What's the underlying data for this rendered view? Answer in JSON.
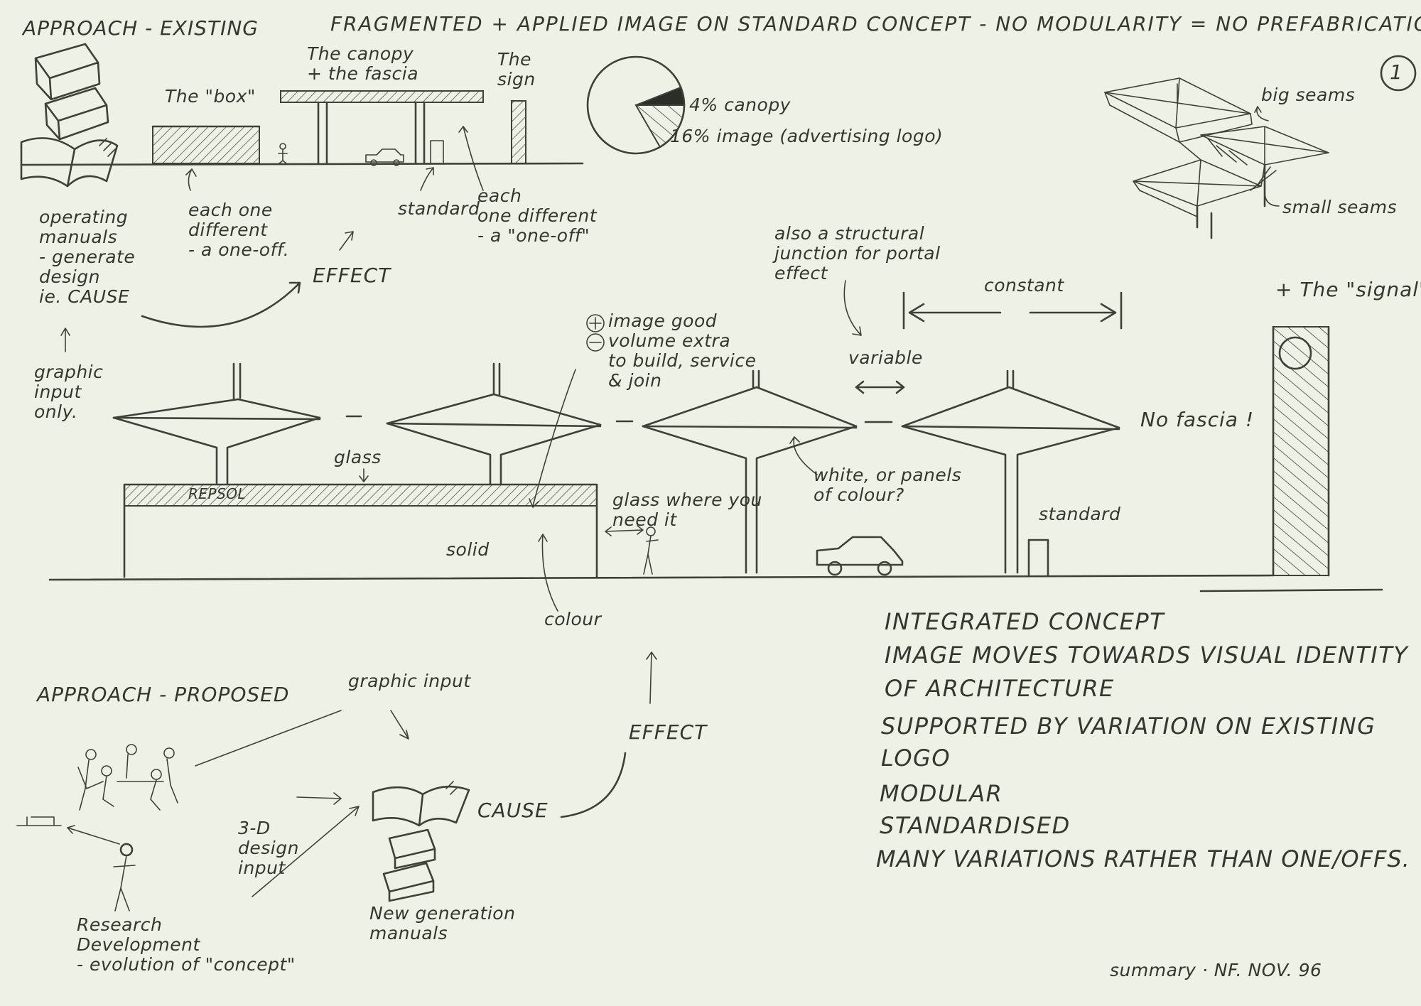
{
  "colors": {
    "paper": "#eef1e6",
    "ink": "#3c4238"
  },
  "header": {
    "approach_existing": "APPROACH - EXISTING",
    "headline": "FRAGMENTED + APPLIED IMAGE ON STANDARD CONCEPT - NO MODULARITY = NO PREFABRICATION",
    "page_number": "1"
  },
  "existing": {
    "box_label": "The \"box\"",
    "canopy_fascia_label": "The canopy\n+ the fascia",
    "sign_label": "The\nsign",
    "each_one_different_1": "each one\ndifferent\n- a one-off.",
    "standard_label": "standard",
    "each_one_different_2": "each\none different\n- a \"one-off\"",
    "manuals_label": "operating\nmanuals\n- generate\ndesign\nie. CAUSE",
    "graphic_input_only": "graphic\ninput\nonly.",
    "effect_label": "EFFECT"
  },
  "pie": {
    "label_canopy": "4% canopy",
    "label_image": "16% image (advertising logo)"
  },
  "chart_data": {
    "type": "pie",
    "slices": [
      {
        "label": "canopy",
        "value": 4
      },
      {
        "label": "image (advertising logo)",
        "value": 16
      }
    ]
  },
  "modules": {
    "big_seams": "big seams",
    "small_seams": "small seams"
  },
  "proposed_section": {
    "structural_junction": "also a structural\njunction for portal\neffect",
    "constant_label": "constant",
    "variable_label": "variable",
    "signal_label": "+ The \"signal\"",
    "no_fascia": "No fascia !",
    "image_good": "image good",
    "volume_extra": "volume extra\nto build, service\n& join",
    "glass_label": "glass",
    "repsol_label": "REPSOL",
    "white_panels": "white, or panels\nof colour?",
    "glass_where": "glass where you\nneed it",
    "standard_label": "standard",
    "solid_label": "solid",
    "colour_label": "colour"
  },
  "proposed": {
    "title": "APPROACH - PROPOSED",
    "graphic_input": "graphic input",
    "design_input": "3-D\ndesign\ninput",
    "cause_label": "CAUSE",
    "effect_label": "EFFECT",
    "new_manuals": "New generation\nmanuals",
    "research": "Research\nDevelopment\n- evolution of \"concept\""
  },
  "summary": {
    "lines": [
      "INTEGRATED CONCEPT",
      "IMAGE MOVES TOWARDS VISUAL IDENTITY",
      "OF ARCHITECTURE",
      "SUPPORTED BY VARIATION ON EXISTING",
      "LOGO",
      "MODULAR",
      "STANDARDISED",
      "MANY VARIATIONS RATHER THAN ONE/OFFS."
    ],
    "signature": "summary · NF. NOV. 96"
  }
}
